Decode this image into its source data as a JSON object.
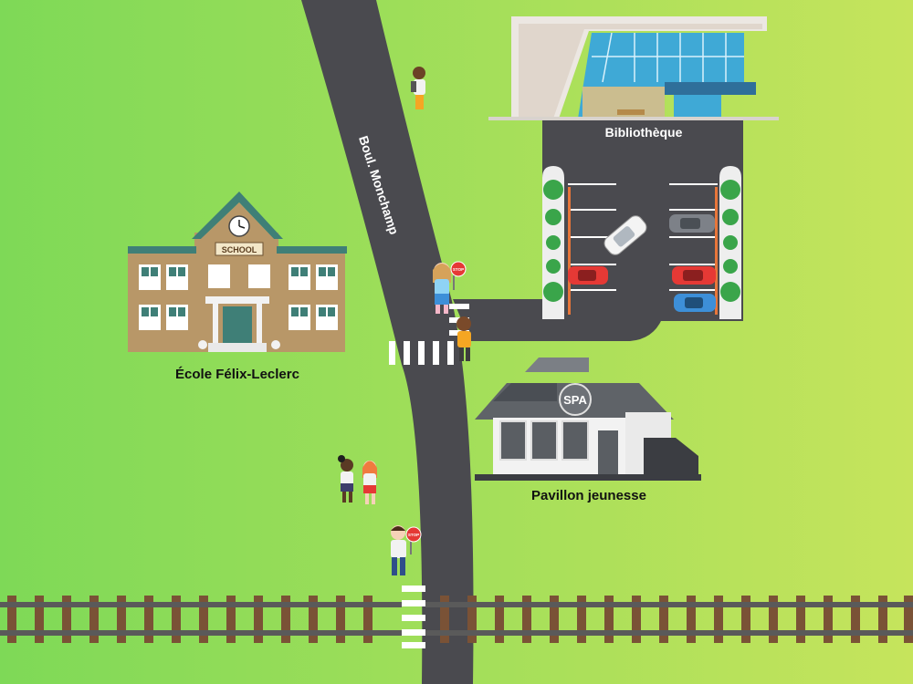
{
  "map": {
    "street_name": "Boul. Monchamp",
    "school": {
      "label": "École Félix-Leclerc",
      "sign": "SCHOOL"
    },
    "library": {
      "label": "Bibliothèque"
    },
    "youth_center": {
      "label": "Pavillon jeunesse",
      "logo": "SPA"
    },
    "stop_sign_text": "STOP"
  },
  "colors": {
    "grass_left": "#7ed957",
    "grass_right": "#c2e35b",
    "road": "#4a4a4f",
    "rail": "#5a5a5a",
    "tie": "#7a5236",
    "school_wall": "#b89768",
    "school_roof": "#3f7f77",
    "library_glass": "#3fa9d6",
    "youth_roof": "#5f6368",
    "stop_red": "#e53935"
  }
}
